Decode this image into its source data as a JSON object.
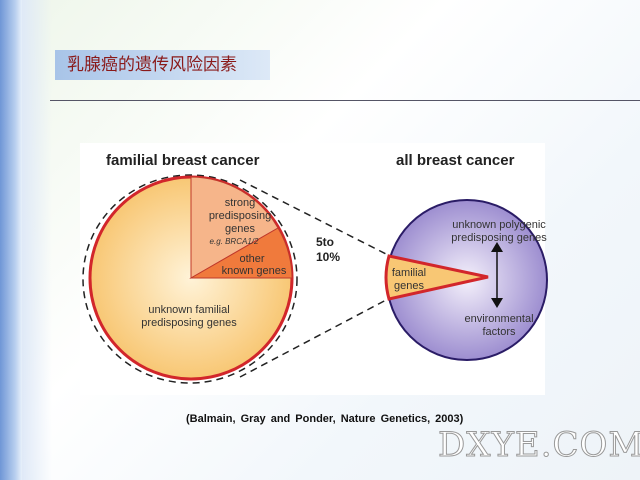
{
  "title": "乳腺癌的遗传风险因素",
  "diagram": {
    "left_heading": "familial breast cancer",
    "right_heading": "all breast cancer",
    "strong": [
      "strong",
      "predisposing",
      "genes"
    ],
    "strong_eg": "e.g. BRCA1/2",
    "other": [
      "other",
      "known genes"
    ],
    "unknown_familial": [
      "unknown familial",
      "predisposing genes"
    ],
    "pct": [
      "5to",
      "10%"
    ],
    "familial": [
      "familial",
      "genes"
    ],
    "polygenic": [
      "unknown polygenic",
      "predisposing genes"
    ],
    "environmental": [
      "environmental",
      "factors"
    ]
  },
  "citation": "(Balmain, Gray and Ponder, Nature Genetics, 2003)",
  "watermark": "DXYE.COM"
}
